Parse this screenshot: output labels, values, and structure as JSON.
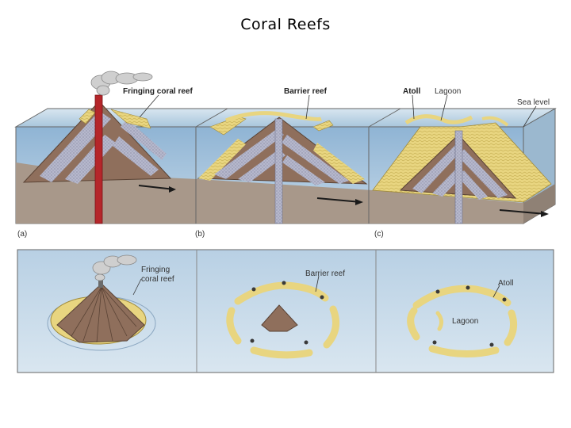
{
  "title": "Coral Reefs",
  "cross_section": {
    "labels": {
      "fringing": "Fringing coral reef",
      "barrier": "Barrier reef",
      "atoll": "Atoll",
      "lagoon": "Lagoon",
      "sea_level": "Sea level"
    },
    "panel_letters": [
      "(a)",
      "(b)",
      "(c)"
    ]
  },
  "plan_view": {
    "labels": {
      "fringing_line1": "Fringing",
      "fringing_line2": "coral reef",
      "barrier": "Barrier reef",
      "atoll": "Atoll",
      "lagoon": "Lagoon"
    }
  },
  "colors": {
    "sea": "#a9c9e0",
    "sea_dark": "#7fa8c8",
    "seafloor": "#a8988a",
    "rock": "#8f6f5c",
    "coral": "#e6d27a",
    "lava": "#b5262a",
    "stripe": "#b9b7c8"
  }
}
